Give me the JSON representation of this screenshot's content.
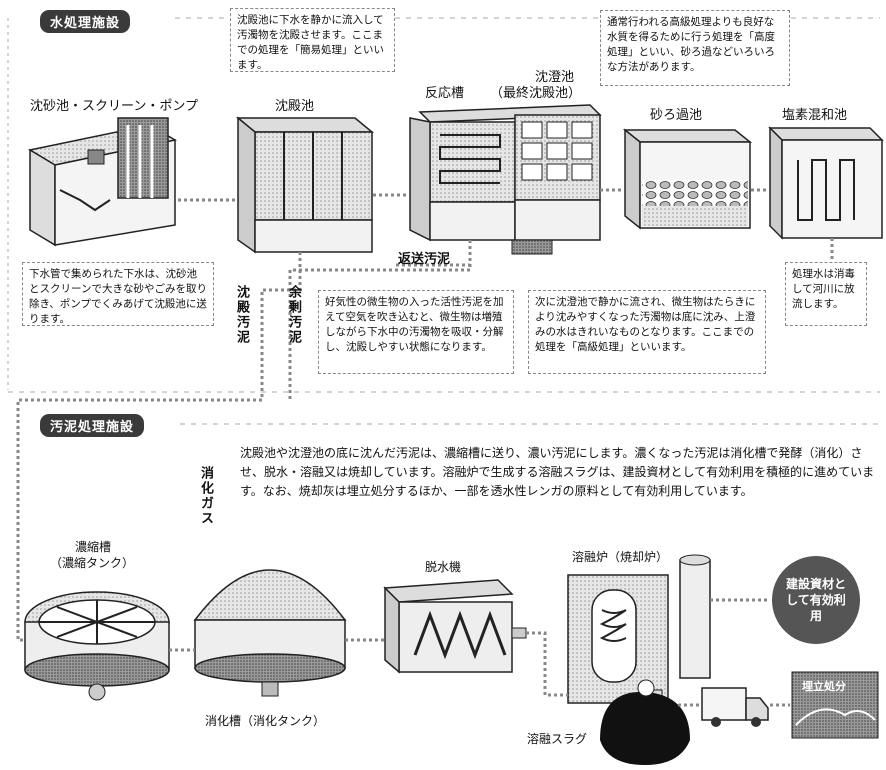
{
  "water": {
    "header": "水処理施設",
    "labels": {
      "grit": "沈砂池・スクリーン・ポンプ",
      "primary": "沈殿池",
      "reactor": "反応槽",
      "final_a": "沈澄池",
      "final_b": "（最終沈殿池）",
      "sand": "砂ろ過池",
      "chlorine": "塩素混和池",
      "return_sludge": "返送汚泥",
      "primary_sludge": "沈殿汚泥",
      "excess_sludge": "余剰汚泥"
    },
    "notes": {
      "primary": "沈殿池に下水を静かに流入して汚濁物を沈殿させます。ここまでの処理を「簡易処理」といいます。",
      "advanced": "通常行われる高級処理よりも良好な水質を得るために行う処理を「高度処理」といい、砂ろ過などいろいろな方法があります。",
      "intake": "下水管で集められた下水は、沈砂池とスクリーンで大きな砂やごみを取り除き、ポンプでくみあげて沈殿池に送ります。",
      "reactor": "好気性の微生物の入った活性汚泥を加えて空気を吹き込むと、微生物は増殖しながら下水中の汚濁物を吸収・分解し、沈殿しやすい状態になります。",
      "secondary": "次に沈澄池で静かに流され、微生物はたらきにより沈みやすくなった汚濁物は底に沈み、上澄みの水はきれいなものとなります。ここまでの処理を「高級処理」といいます。",
      "discharge": "処理水は消毒して河川に放流します。"
    }
  },
  "sludge": {
    "header": "汚泥処理施設",
    "paragraph": "沈殿池や沈澄池の底に沈んだ汚泥は、濃縮槽に送り、濃い汚泥にします。濃くなった汚泥は消化槽で発酵（消化）させ、脱水・溶融又は焼却しています。溶融炉で生成する溶融スラグは、建設資材として有効利用を積極的に進めています。なお、焼却灰は埋立処分するほか、一部を透水性レンガの原料として有効利用しています。",
    "labels": {
      "thickener_a": "濃縮槽",
      "thickener_b": "（濃縮タンク）",
      "digestion_gas": "消化ガス",
      "digester": "消化槽（消化タンク）",
      "dewater": "脱水機",
      "melter": "溶融炉（焼却炉）",
      "slag": "溶融スラグ",
      "reuse": "建設資材として有効利用",
      "landfill": "埋立処分"
    }
  }
}
